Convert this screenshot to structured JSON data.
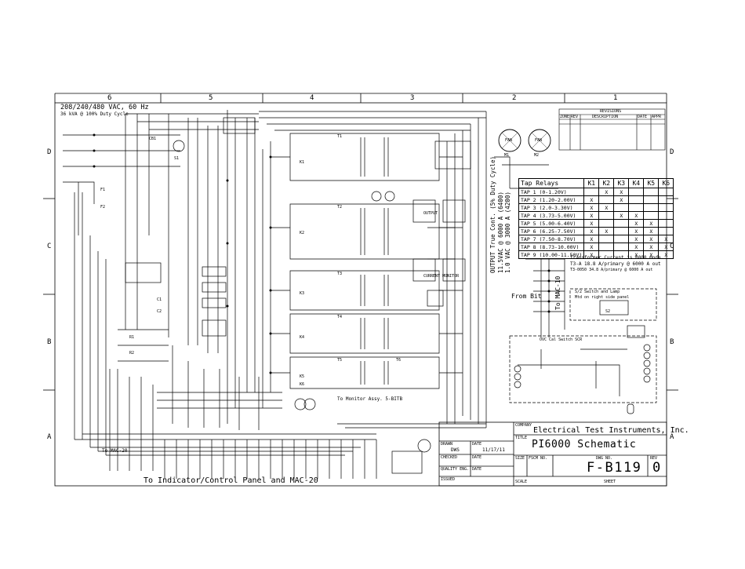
{
  "zones": {
    "columns": [
      "6",
      "5",
      "4",
      "3",
      "2",
      "1"
    ],
    "rows": [
      "D",
      "C",
      "B",
      "A"
    ]
  },
  "header": {
    "supply_voltage": "208/240/480 VAC, 60 Hz",
    "supply_rating": "36 kVA @ 100% Duty Cycle"
  },
  "relay_table": {
    "title": "Tap Relays",
    "columns": [
      "K1",
      "K2",
      "K3",
      "K4",
      "K5",
      "K6"
    ],
    "rows": [
      {
        "tap": "TAP 1 (0-1.20V)",
        "marks": [
          "",
          "X",
          "X",
          "",
          "",
          ""
        ]
      },
      {
        "tap": "TAP 2 (1.20-2.00V)",
        "marks": [
          "X",
          "",
          "X",
          "",
          "",
          ""
        ]
      },
      {
        "tap": "TAP 3 (2.0-3.30V)",
        "marks": [
          "X",
          "X",
          "",
          "",
          "",
          ""
        ]
      },
      {
        "tap": "TAP 4 (3.73-5.00V)",
        "marks": [
          "X",
          "",
          "X",
          "X",
          "",
          ""
        ]
      },
      {
        "tap": "TAP 5 (5.00-6.40V)",
        "marks": [
          "X",
          "",
          "",
          "X",
          "X",
          ""
        ]
      },
      {
        "tap": "TAP 6 (6.25-7.50V)",
        "marks": [
          "X",
          "X",
          "",
          "X",
          "X",
          ""
        ]
      },
      {
        "tap": "TAP 7 (7.50-8.70V)",
        "marks": [
          "X",
          "",
          "",
          "X",
          "X",
          "X"
        ]
      },
      {
        "tap": "TAP 8 (8.73-10.00V)",
        "marks": [
          "X",
          "",
          "",
          "X",
          "X",
          "X"
        ]
      },
      {
        "tap": "TAP 9 (10.00-11.50V)",
        "marks": [
          "X",
          "",
          "",
          "X",
          "X",
          "X"
        ]
      }
    ]
  },
  "output_rating": {
    "line1": "OUTPUT True Cont. (5% Duty Cycle)",
    "line2": "11.5VAC @ 6000 A (6400)",
    "line3": "1.0 VAC @ 3000 A (4200)"
  },
  "transformer_note": {
    "line1": "Transformer Current is 6000 mode",
    "line2": "T3-A 18.8 A/primary @ 6000 A out",
    "line3": "T3-0050 34.8 A/primary @ 6000 A out"
  },
  "annotations": {
    "to_mac": "To MAC-10",
    "from_bit": "From Bit",
    "s2_switch_lamp": "S/2 Switch and Lamp",
    "s2_mount": "Mtd on right side panel",
    "to_monitor_assy": "To Monitor Assy. 5-BITB",
    "to_mac_20": "To MAC-20",
    "bottom_caption": "To Indicator/Control Panel and MAC-20",
    "ovc_cal_switch": "OVC Cal Switch SCR",
    "current_monitor": "CURRENT MONITOR",
    "output_section": "OUTPUT"
  },
  "component_labels": [
    "T1",
    "T2",
    "T3",
    "T4",
    "T5",
    "T6",
    "K1",
    "K2",
    "K3",
    "K4",
    "K5",
    "K6",
    "CB1",
    "F1",
    "F2",
    "M1",
    "M2",
    "S1",
    "S2",
    "R1",
    "R2",
    "C1",
    "C2"
  ],
  "fans": [
    {
      "label": "FAN"
    },
    {
      "label": "FAN"
    }
  ],
  "title_block": {
    "company": "Electrical Test Instruments, Inc.",
    "title": "PI6000 Schematic",
    "drawn_by": "DWS",
    "date": "11/17/11",
    "drawing_number": "F-B119",
    "revision": "0",
    "field_labels": {
      "drawn": "DRAWN",
      "date": "DATE",
      "checked": "CHECKED",
      "quality": "QUALITY ENG.",
      "issued": "ISSUED",
      "size": "SIZE",
      "fscm": "FSCM NO.",
      "dwg_no": "DWG NO.",
      "rev": "REV",
      "scale": "SCALE",
      "sheet": "SHEET",
      "title": "TITLE",
      "company": "COMPANY"
    }
  },
  "revision_block": {
    "header": "REVISIONS",
    "columns": [
      "ZONE",
      "REV",
      "DESCRIPTION",
      "DATE",
      "APPR"
    ]
  }
}
